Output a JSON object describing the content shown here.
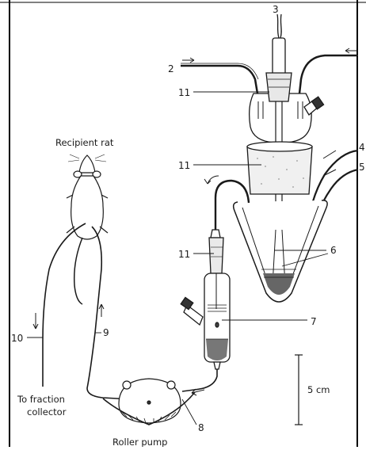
{
  "labels": {
    "recipient_rat": "Recipient rat",
    "to_fraction": "To fraction",
    "collector": "collector",
    "roller_pump": "Roller pump",
    "scale": "5 cm",
    "n2": "2",
    "n3": "3",
    "n4": "4",
    "n5": "5",
    "n6": "6",
    "n7": "7",
    "n8": "8",
    "n9": "9",
    "n10": "10",
    "n11a": "11",
    "n11b": "11",
    "n11c": "11"
  },
  "colors": {
    "ink": "#1a1a1a",
    "paper": "#ffffff",
    "fluid": "#555555",
    "frame": "#000000"
  }
}
